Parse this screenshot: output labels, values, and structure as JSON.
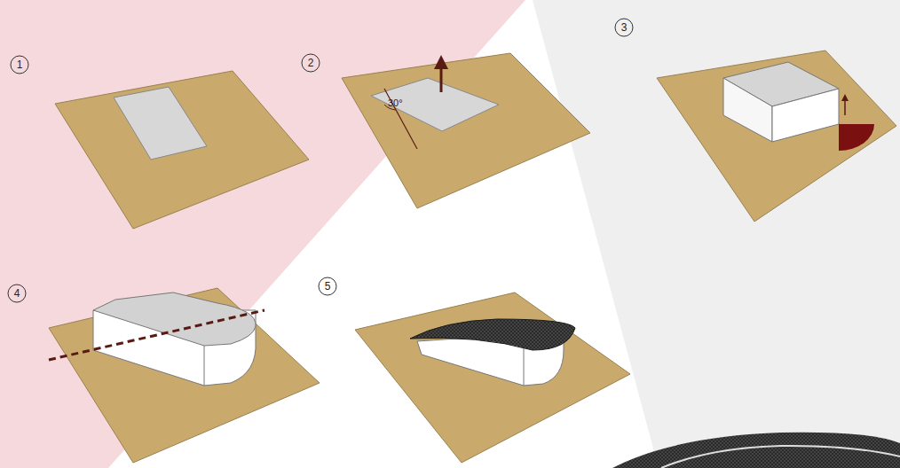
{
  "diagram": {
    "labels": [
      "1",
      "2",
      "30°",
      "3",
      "4",
      "5"
    ]
  }
}
